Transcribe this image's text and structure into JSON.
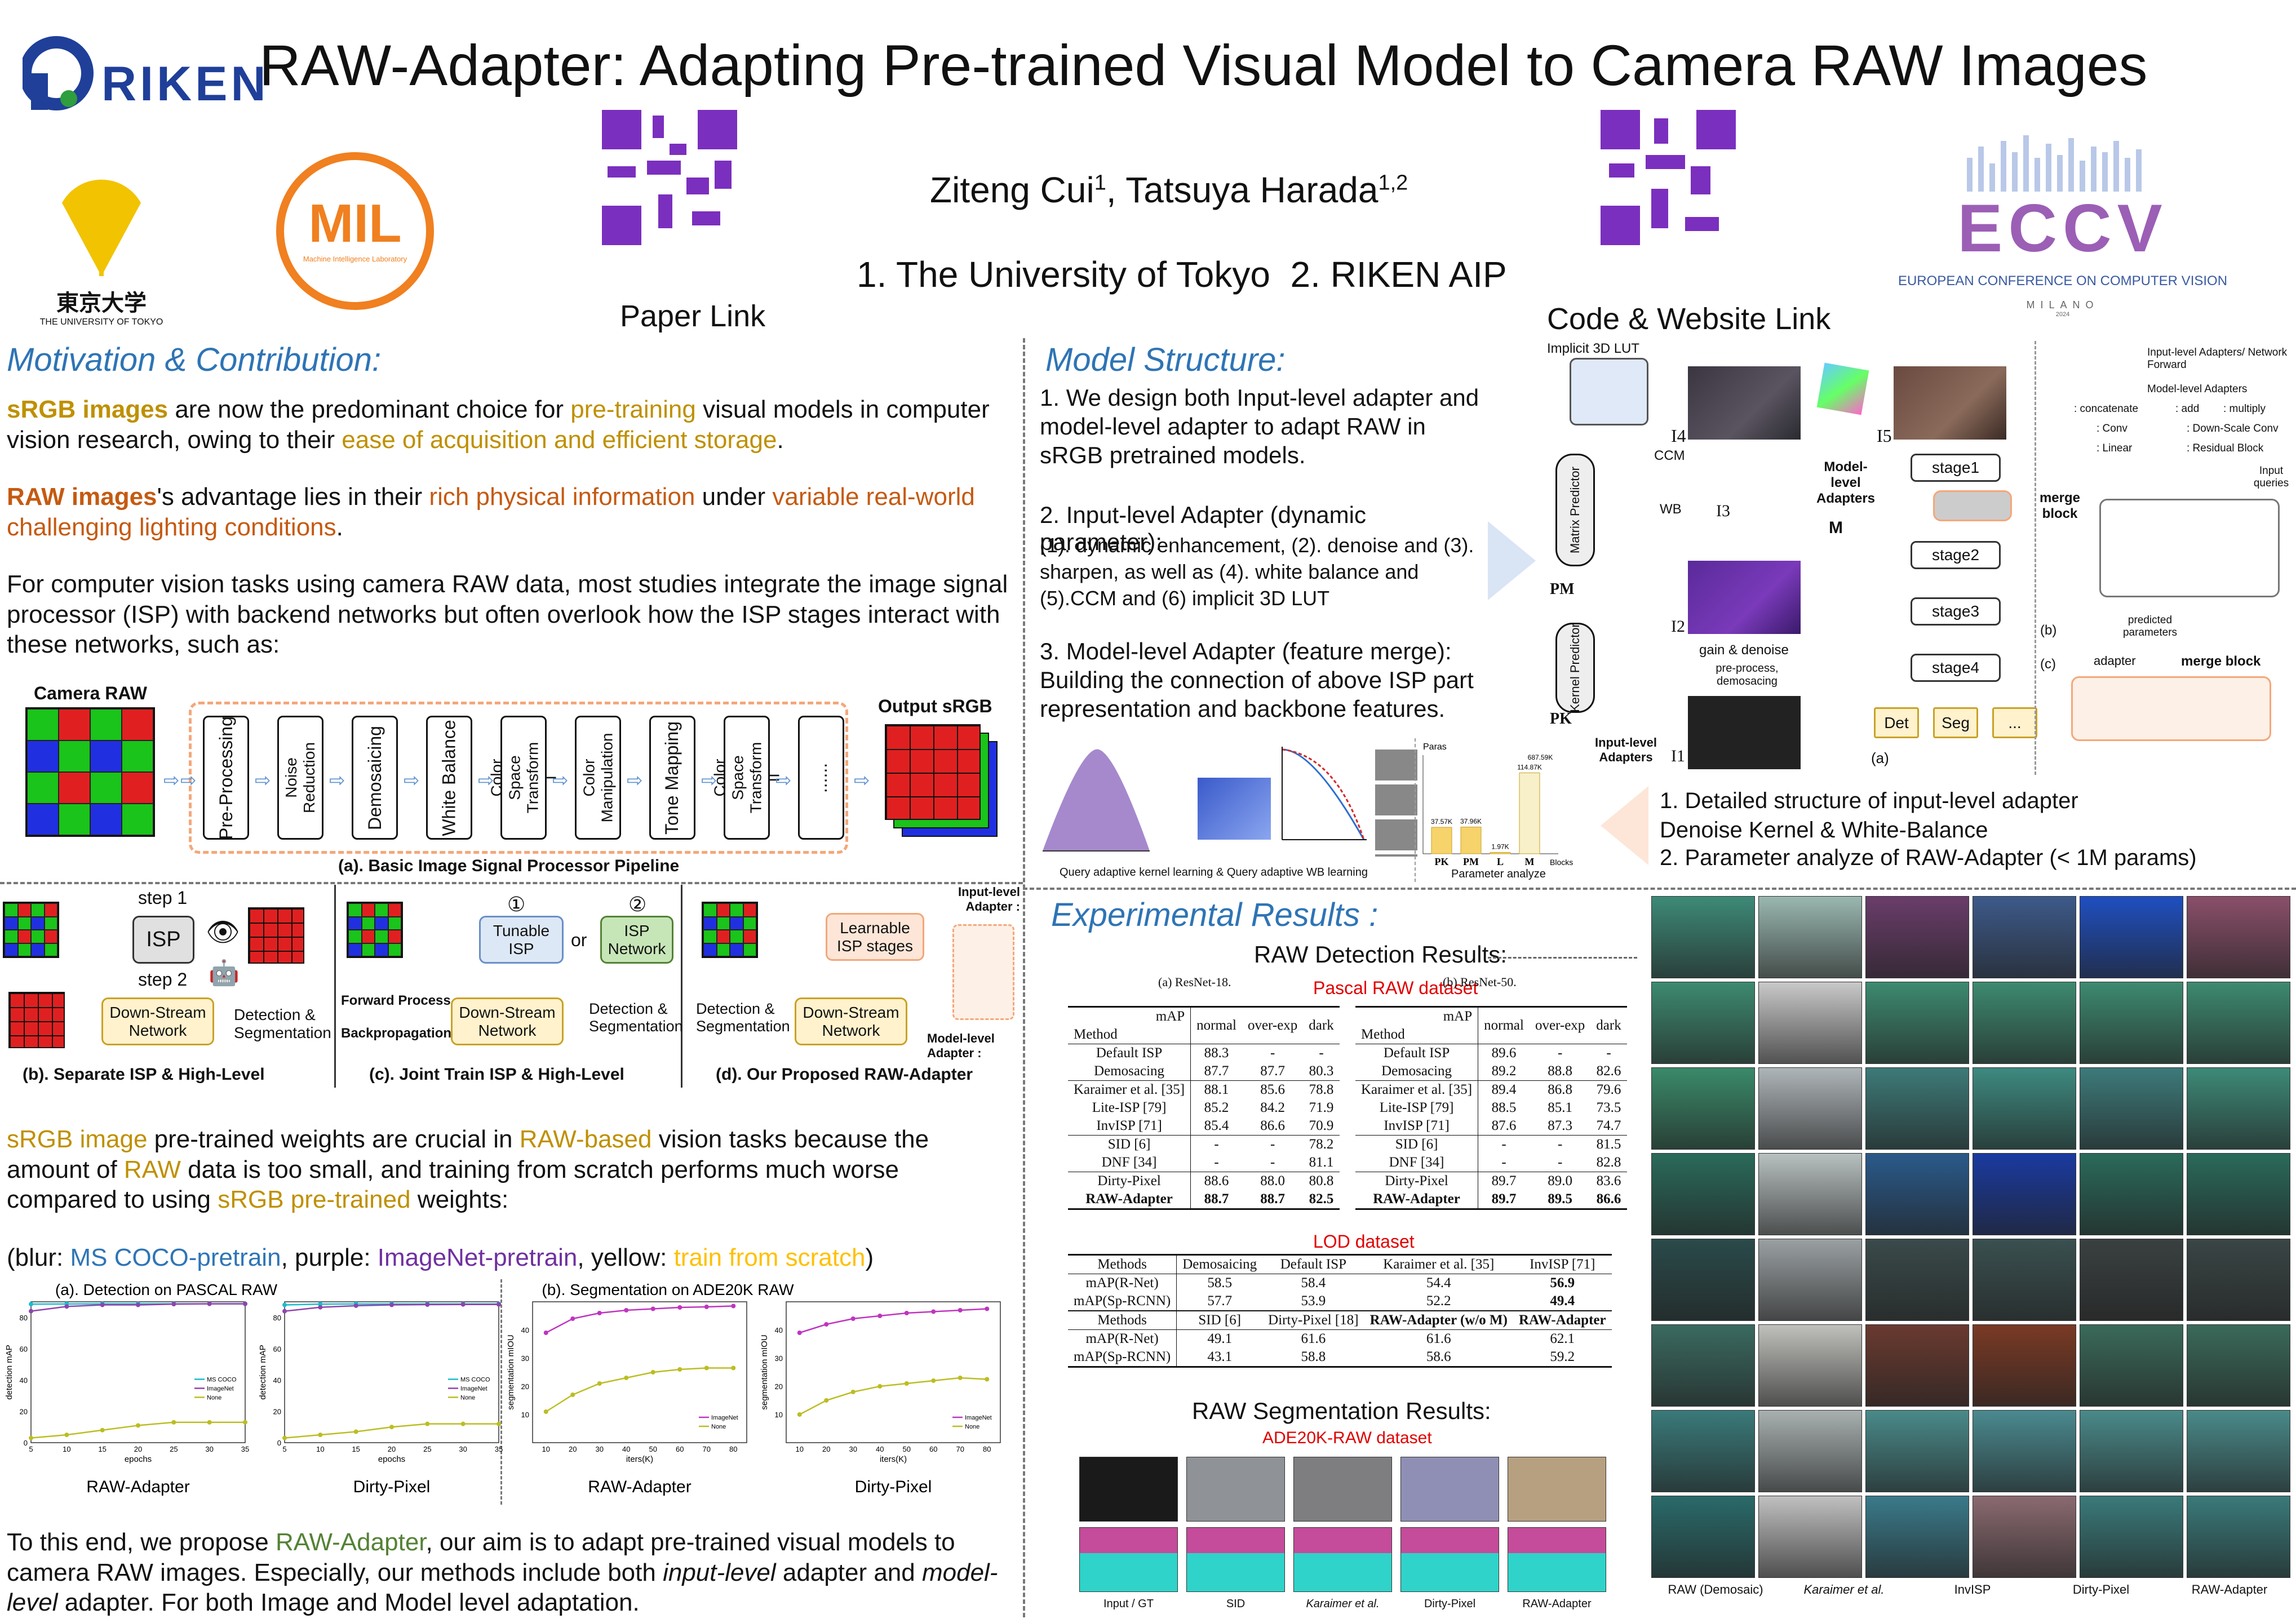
{
  "header": {
    "title": "RAW-Adapter: Adapting Pre-trained Visual Model to Camera RAW Images",
    "authors": "Ziteng Cui",
    "authors_sup1": "1",
    "authors_2": ", Tatsuya Harada",
    "authors_sup2": "1,2",
    "affil": "1. The University of Tokyo  2. RIKEN AIP",
    "paper_link": "Paper Link",
    "code_link": "Code & Website Link",
    "riken": "RIKEN",
    "utokyo_jp": "東京大学",
    "utokyo_en": "THE UNIVERSITY OF TOKYO",
    "mil": "MIL",
    "mil_sub": "Machine Intelligence Laboratory",
    "eccv": "ECCV",
    "eccv_sub": "EUROPEAN CONFERENCE ON COMPUTER VISION",
    "milano": "MILANO",
    "year": "2024"
  },
  "motivation": {
    "heading": "Motivation & Contribution:",
    "p1a": "sRGB images",
    "p1b": " are now the predominant choice for ",
    "p1c": "pre-training",
    "p1d": " visual models in computer vision research, owing to their ",
    "p1e": "ease of acquisition and efficient storage",
    "p2a": "RAW images",
    "p2b": "'s advantage lies in their ",
    "p2c": "rich physical information",
    "p2d": " under ",
    "p2e": "variable real-world challenging lighting conditions",
    "p3": "For computer vision tasks using camera RAW data, most studies integrate the image signal processor (ISP) with backend networks but often overlook how the ISP stages interact with these networks, such as:",
    "camera_raw": "Camera RAW",
    "output_srgb": "Output sRGB",
    "stages": [
      "Pre-Processing",
      "Noise Reduction",
      "Demosaicing",
      "White Balance",
      "Color Space Transform I",
      "Color Manipulation",
      "Tone Mapping",
      "Color Space Transform II",
      "......"
    ],
    "cap_a": "(a). Basic Image Signal Processor Pipeline",
    "step1": "step 1",
    "step2": "step 2",
    "isp": "ISP",
    "down": "Down-Stream Network",
    "dets": "Detection & Segmentation",
    "cap_b": "(b). Separate ISP & High-Level",
    "c1": "①",
    "c2": "②",
    "tunable": "Tunable ISP",
    "or": "or",
    "ispnet": "ISP Network",
    "fwd": "Forward Process",
    "bwd": "Backpropagation",
    "cap_c": "(c). Joint Train ISP & High-Level",
    "learnable": "Learnable ISP stages",
    "inlvl": "Input-level Adapter :",
    "mdlvl": "Model-level Adapter :",
    "cap_d": "(d). Our Proposed RAW-Adapter",
    "p4a": "sRGB image",
    "p4b": " pre-trained weights are crucial in ",
    "p4c": "RAW-based",
    "p4d": " vision tasks because the amount of ",
    "p4e": "RAW",
    "p4f": " data is too small, and training from scratch performs much worse compared to using ",
    "p4g": "sRGB pre-trained",
    "p4h": " weights:",
    "p5a": "(blur: ",
    "p5b": "MS COCO-pretrain",
    "p5c": ", purple: ",
    "p5d": "ImageNet-pretrain",
    "p5e": ", yellow: ",
    "p5f": "train from scratch",
    "p5g": ")",
    "p6a": "To this end, we propose ",
    "p6b": "RAW-Adapter",
    "p6c": ", our aim is to adapt pre-trained visual models to camera RAW images. Especially, our methods include both ",
    "p6d": "input-level",
    "p6e": " adapter and ",
    "p6f": "model-level",
    "p6g": " adapter. For both Image and Model level adaptation."
  },
  "chart_data": [
    {
      "type": "line",
      "title": "(a). Detection on PASCAL RAW",
      "caption": "RAW-Adapter",
      "xlabel": "epochs",
      "ylabel": "detection mAP",
      "ylim": [
        0,
        90
      ],
      "yticks": [
        0,
        20,
        40,
        60,
        80
      ],
      "x": [
        5,
        10,
        15,
        20,
        25,
        30,
        35
      ],
      "xlim": [
        5,
        35
      ],
      "legend": "center-right",
      "series": [
        {
          "name": "MS COCO",
          "color": "#17becf",
          "values": [
            88.5,
            88.6,
            88.7,
            88.7,
            88.7,
            88.7,
            88.7
          ]
        },
        {
          "name": "ImageNet",
          "color": "#8e44ad",
          "values": [
            84,
            87,
            88,
            88,
            88.5,
            88.7,
            88.7
          ]
        },
        {
          "name": "None",
          "color": "#bcbd22",
          "values": [
            3,
            5,
            8,
            11,
            13,
            13,
            13
          ]
        }
      ]
    },
    {
      "type": "line",
      "title": "",
      "caption": "Dirty-Pixel",
      "xlabel": "epochs",
      "ylabel": "detection mAP",
      "ylim": [
        0,
        90
      ],
      "yticks": [
        0,
        20,
        40,
        60,
        80
      ],
      "x": [
        5,
        10,
        15,
        20,
        25,
        30,
        35
      ],
      "xlim": [
        5,
        35
      ],
      "legend": "center-right",
      "series": [
        {
          "name": "MS COCO",
          "color": "#17becf",
          "values": [
            88,
            88.5,
            88.6,
            88.6,
            88.6,
            88.6,
            88.6
          ]
        },
        {
          "name": "ImageNet",
          "color": "#8e44ad",
          "values": [
            84,
            86.5,
            87.5,
            88,
            88.2,
            88.3,
            88.3
          ]
        },
        {
          "name": "None",
          "color": "#bcbd22",
          "values": [
            3,
            5,
            7,
            10,
            12,
            12,
            12
          ]
        }
      ]
    },
    {
      "type": "line",
      "title": "(b). Segmentation on ADE20K RAW",
      "caption": "RAW-Adapter",
      "xlabel": "iters(K)",
      "ylabel": "segmentation mIOU",
      "ylim": [
        0,
        50
      ],
      "yticks": [
        10,
        20,
        30,
        40
      ],
      "x": [
        10,
        20,
        30,
        40,
        50,
        60,
        70,
        80
      ],
      "xlim": [
        5,
        85
      ],
      "legend": "bottom-right",
      "series": [
        {
          "name": "ImageNet",
          "color": "#c034c0",
          "values": [
            39,
            44,
            46,
            47,
            47.5,
            48,
            48.2,
            48.5
          ]
        },
        {
          "name": "None",
          "color": "#bcbd22",
          "values": [
            11,
            17,
            21,
            23,
            25,
            26,
            26.5,
            26.5
          ]
        }
      ]
    },
    {
      "type": "line",
      "title": "",
      "caption": "Dirty-Pixel",
      "xlabel": "iters(K)",
      "ylabel": "segmentation mIOU",
      "ylim": [
        0,
        50
      ],
      "yticks": [
        10,
        20,
        30,
        40
      ],
      "x": [
        10,
        20,
        30,
        40,
        50,
        60,
        70,
        80
      ],
      "xlim": [
        5,
        85
      ],
      "legend": "bottom-right",
      "series": [
        {
          "name": "ImageNet",
          "color": "#c034c0",
          "values": [
            39,
            42,
            44,
            45,
            46,
            46.5,
            47,
            47.5
          ]
        },
        {
          "name": "None",
          "color": "#bcbd22",
          "values": [
            10,
            15,
            18,
            20,
            21,
            22,
            23,
            22.5
          ]
        }
      ]
    }
  ],
  "model": {
    "heading": "Model Structure:",
    "p1": "1. We design both Input-level adapter and model-level adapter to adapt RAW in sRGB pretrained models.",
    "p2": "2. Input-level Adapter (dynamic parameter):",
    "p2b": "(1). dynamic enhancement, (2). denoise and (3). sharpen, as well as (4). white balance and (5).CCM and (6) implicit 3D LUT",
    "p3": "3. Model-level Adapter (feature merge): Building the connection of above ISP part representation and backbone features.",
    "lut": "Implicit 3D LUT",
    "matrix": "Matrix Predictor",
    "kernel": "Kernel Predictor",
    "ccm": "CCM",
    "wb": "WB",
    "pm": "PM",
    "pk": "PK",
    "inadp": "Input-level Adapters",
    "mdadp": "Model-level Adapters",
    "merge": "merge block",
    "stages": [
      "stage1",
      "stage2",
      "stage3",
      "stage4"
    ],
    "heads": [
      "Det",
      "Seg",
      "..."
    ],
    "gain": "gain & denoise",
    "prep": "pre-process, demosacing",
    "I": [
      "I4",
      "I5",
      "I3",
      "I2",
      "I1"
    ],
    "M": "M",
    "fa": "(a)",
    "fb": "(b)",
    "fc": "(c)",
    "leg_in": "Input-level Adapters/ Network Forward",
    "leg_md": "Model-level Adapters",
    "leg_cat": ": concatenate",
    "leg_add": ": add",
    "leg_mul": ": multiply",
    "leg_conv": ": Conv",
    "leg_ds": ": Down-Scale Conv",
    "leg_lin": ": Linear",
    "leg_res": ": Residual Block",
    "inq": "Input queries",
    "predp": "predicted parameters",
    "adapter": "adapter",
    "mb": "merge block",
    "q1": "Query adaptive kernel learning & Query adaptive WB learning",
    "q2": "Parameter analyze",
    "bars_label": "Paras",
    "bars": [
      {
        "name": "PK",
        "v": "37.57K"
      },
      {
        "name": "PM",
        "v": "37.96K"
      },
      {
        "name": "L",
        "v": "1.97K"
      },
      {
        "name": "M",
        "v": "687.59K"
      },
      {
        "name": "",
        "v": "114.87K"
      }
    ],
    "blocks": "Blocks",
    "n1": "1. Detailed structure of input-level adapter Denoise Kernel & White-Balance",
    "n2": "2. Parameter analyze of RAW-Adapter (< 1M params)"
  },
  "exp": {
    "heading": "Experimental Results :",
    "det": "RAW Detection Results:",
    "pascal": "Pascal RAW dataset",
    "ra": "(a) ResNet-18.",
    "rb": "(b) ResNet-50.",
    "mAP": "mAP",
    "method": "Method",
    "cols": [
      "normal",
      "over-exp",
      "dark"
    ],
    "rows_a": [
      [
        "Default ISP",
        "88.3",
        "-",
        "-"
      ],
      [
        "Demosacing",
        "87.7",
        "87.7",
        "80.3"
      ],
      [
        "Karaimer et al. [35]",
        "88.1",
        "85.6",
        "78.8"
      ],
      [
        "Lite-ISP [79]",
        "85.2",
        "84.2",
        "71.9"
      ],
      [
        "InvISP [71]",
        "85.4",
        "86.6",
        "70.9"
      ],
      [
        "SID [6]",
        "-",
        "-",
        "78.2"
      ],
      [
        "DNF [34]",
        "-",
        "-",
        "81.1"
      ],
      [
        "Dirty-Pixel",
        "88.6",
        "88.0",
        "80.8"
      ],
      [
        "RAW-Adapter",
        "88.7",
        "88.7",
        "82.5"
      ]
    ],
    "rows_b": [
      [
        "Default ISP",
        "89.6",
        "-",
        "-"
      ],
      [
        "Demosacing",
        "89.2",
        "88.8",
        "82.6"
      ],
      [
        "Karaimer et al. [35]",
        "89.4",
        "86.8",
        "79.6"
      ],
      [
        "Lite-ISP [79]",
        "88.5",
        "85.1",
        "73.5"
      ],
      [
        "InvISP [71]",
        "87.6",
        "87.3",
        "74.7"
      ],
      [
        "SID [6]",
        "-",
        "-",
        "81.5"
      ],
      [
        "DNF [34]",
        "-",
        "-",
        "82.8"
      ],
      [
        "Dirty-Pixel",
        "89.7",
        "89.0",
        "83.6"
      ],
      [
        "RAW-Adapter",
        "89.7",
        "89.5",
        "86.6"
      ]
    ],
    "lod": "LOD dataset",
    "lod1": [
      [
        "Methods",
        "Demosaicing",
        "Default ISP",
        "Karaimer et al. [35]",
        "InvISP [71]"
      ],
      [
        "mAP(R-Net)",
        "58.5",
        "58.4",
        "54.4",
        "56.9"
      ],
      [
        "mAP(Sp-RCNN)",
        "57.7",
        "53.9",
        "52.2",
        "49.4"
      ]
    ],
    "lod2": [
      [
        "Methods",
        "SID [6]",
        "Dirty-Pixel [18]",
        "RAW-Adapter (w/o M)",
        "RAW-Adapter"
      ],
      [
        "mAP(R-Net)",
        "49.1",
        "61.6",
        "61.6",
        "62.1"
      ],
      [
        "mAP(Sp-RCNN)",
        "43.1",
        "58.8",
        "58.6",
        "59.2"
      ]
    ],
    "seg": "RAW Segmentation Results:",
    "ade": "ADE20K-RAW dataset",
    "seg_caps": [
      "Input / GT",
      "SID",
      "Karaimer et al.",
      "Dirty-Pixel",
      "RAW-Adapter"
    ],
    "grid_caps": [
      "RAW (Demosaic)",
      "Karaimer et al.",
      "InvISP",
      "Dirty-Pixel",
      "RAW-Adapter"
    ]
  }
}
